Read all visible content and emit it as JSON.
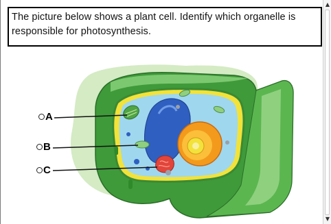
{
  "question": {
    "line1": "The picture below shows a plant cell. Identify which organelle is",
    "line2": "responsible for photosynthesis."
  },
  "options": [
    {
      "label": "A"
    },
    {
      "label": "B"
    },
    {
      "label": "C"
    }
  ],
  "scrollbar": {
    "up_glyph": "▲",
    "down_glyph": "▼"
  },
  "colors": {
    "cell_wall_dark": "#3f9a3a",
    "cell_wall_light": "#7cc870",
    "membrane_yellow": "#f2e23a",
    "cytoplasm": "#9fd7ef",
    "vacuole": "#2f5fc0",
    "nucleus": "#f39a1d",
    "chloroplast": "#4fa545",
    "mitochondrion": "#e2453b"
  }
}
